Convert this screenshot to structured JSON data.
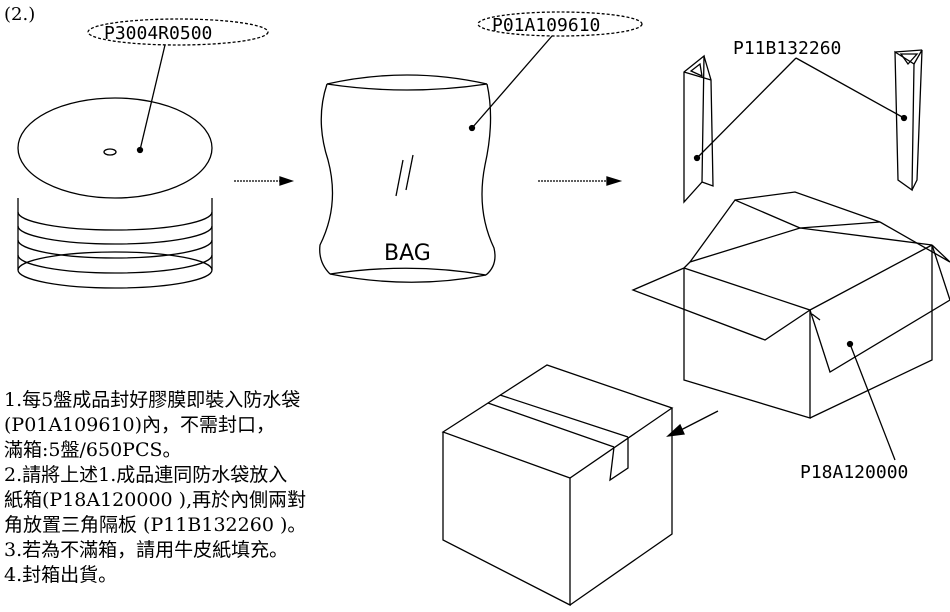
{
  "step_label": "(2.)",
  "parts": {
    "reel": "P3004R0500",
    "bag": "P01A109610",
    "divider": "P11B132260",
    "carton": "P18A120000"
  },
  "bag_text": "BAG",
  "bag_mark": "//",
  "notes": [
    "1.每5盤成品封好膠膜即裝入防水袋",
    "(P01A109610)內，不需封口，",
    " 滿箱:5盤/650PCS。",
    "2.請將上述1.成品連同防水袋放入",
    " 紙箱(P18A120000 ),再於內側兩對",
    " 角放置三角隔板 (P11B132260 )。",
    "3.若為不滿箱，請用牛皮紙填充。",
    "4.封箱出貨。"
  ]
}
